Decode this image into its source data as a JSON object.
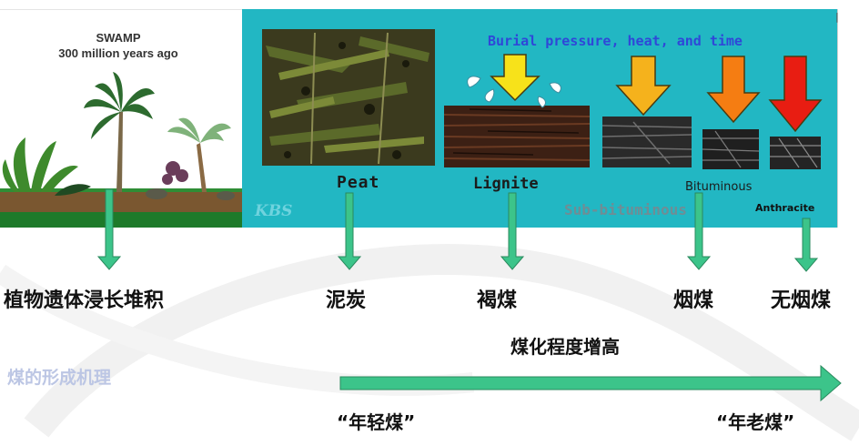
{
  "swamp": {
    "title_line1": "SWAMP",
    "title_line2": "300 million years ago"
  },
  "diagram": {
    "process_caption": "Burial pressure, heat, and time",
    "stages_en": {
      "peat": "Peat",
      "lignite": "Lignite",
      "sub_bituminous": "Sub-bituminous",
      "bituminous": "Bituminous",
      "anthracite": "Anthracite"
    },
    "logo": "KBS"
  },
  "labels_cn": {
    "plant": "植物遗体浸长堆积",
    "peat": "泥炭",
    "lignite": "褐煤",
    "bituminous": "烟煤",
    "anthracite": "无烟煤"
  },
  "coalification_label": "煤化程度增高",
  "watermark_title": "煤的形成机理",
  "young_coal": "“年轻煤”",
  "old_coal": "“年老煤”",
  "colors": {
    "teal_panel": "#22b7c3",
    "green_arrow": "#3cc48a",
    "burial_text": "#2f47d8",
    "arrow_yellow": "#f7e21a",
    "arrow_gold": "#f5b21c",
    "arrow_orange": "#f57d12",
    "arrow_red": "#e81d12"
  }
}
